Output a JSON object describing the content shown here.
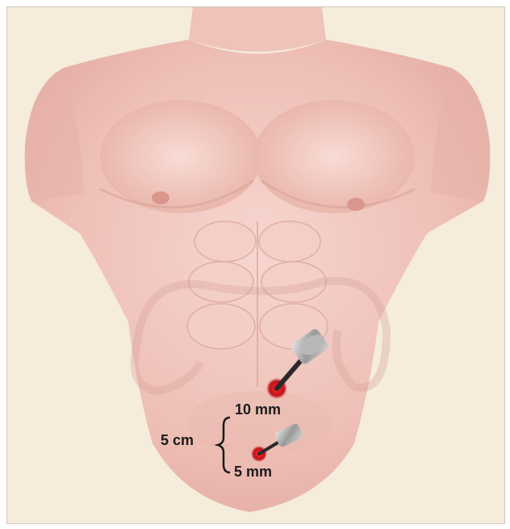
{
  "labels": {
    "port_10": "10 mm",
    "port_5": "5 mm",
    "distance": "5 cm"
  },
  "colors": {
    "background": "#f5ecdc",
    "skin": "#f0c9c0",
    "skin_shadow": "#d9a39a",
    "port_marker": "#c0121a",
    "instrument": "#8c8c8c"
  },
  "icons": [
    "torso-illustration",
    "trocar-10mm-icon",
    "trocar-5mm-icon",
    "bracket-icon"
  ]
}
